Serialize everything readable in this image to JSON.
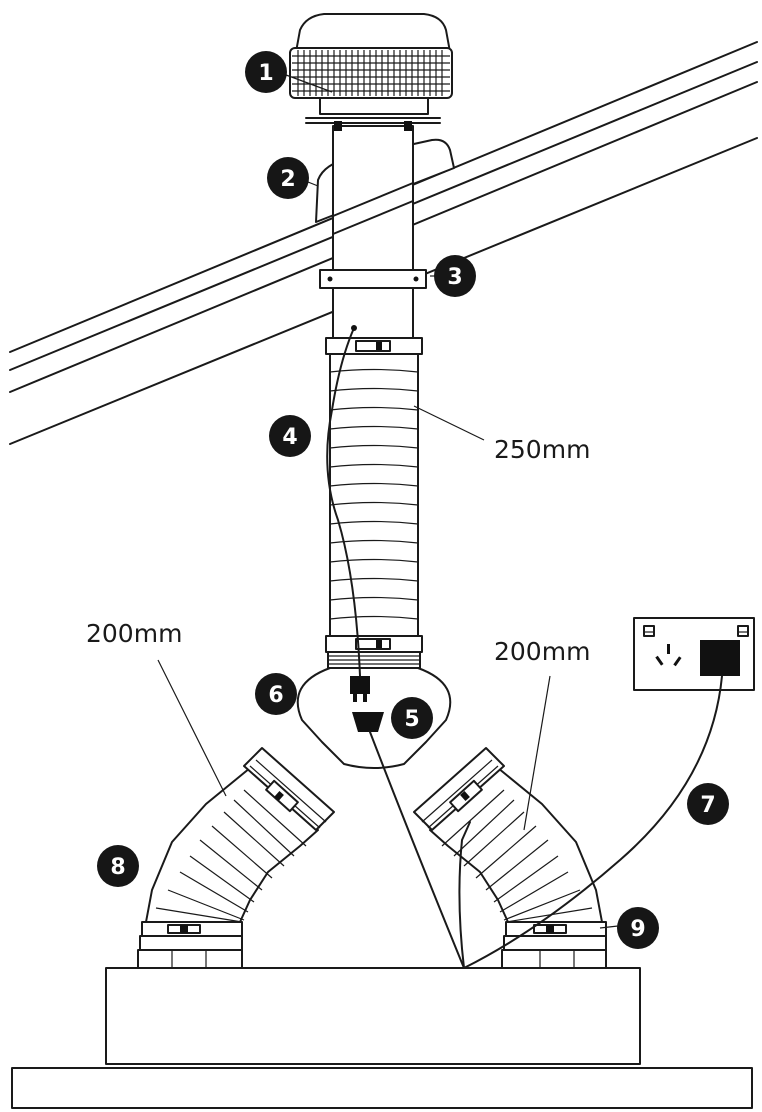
{
  "diagram": {
    "callouts": [
      {
        "id": "1",
        "label": "1",
        "part": "roof-mounted-fan-cowl"
      },
      {
        "id": "2",
        "label": "2",
        "part": "roof-flashing"
      },
      {
        "id": "3",
        "label": "3",
        "part": "support-bracket"
      },
      {
        "id": "4",
        "label": "4",
        "part": "power-cable"
      },
      {
        "id": "5",
        "label": "5",
        "part": "plug"
      },
      {
        "id": "6",
        "label": "6",
        "part": "y-junction"
      },
      {
        "id": "7",
        "label": "7",
        "part": "power-outlet-lead"
      },
      {
        "id": "8",
        "label": "8",
        "part": "left-branch-duct"
      },
      {
        "id": "9",
        "label": "9",
        "part": "right-branch-clamp"
      }
    ],
    "dimensions": {
      "main_duct": "250mm",
      "left_branch": "200mm",
      "right_branch": "200mm"
    },
    "icons": {
      "outlet": "power-outlet-icon",
      "plug": "plug-icon"
    }
  }
}
